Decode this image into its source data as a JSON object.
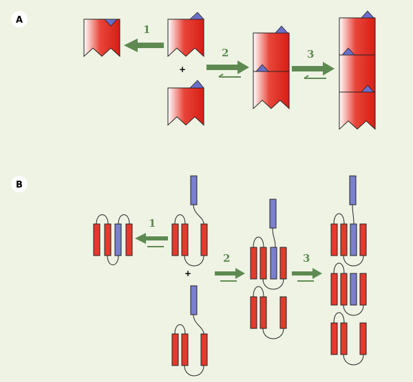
{
  "panels": {
    "A": {
      "label": "A"
    },
    "B": {
      "label": "B"
    }
  },
  "steps": {
    "s1": "1",
    "s2": "2",
    "s3": "3"
  },
  "plus": "+",
  "colors": {
    "background": "#eef3e4",
    "block_red": "#e0281e",
    "block_light": "#ffffff",
    "triangle": "#6a6fc8",
    "arrow_green": "#5e8a52",
    "strand_red": "#e33a2e",
    "strand_blue": "#7a7fcf",
    "outline": "#222222"
  }
}
